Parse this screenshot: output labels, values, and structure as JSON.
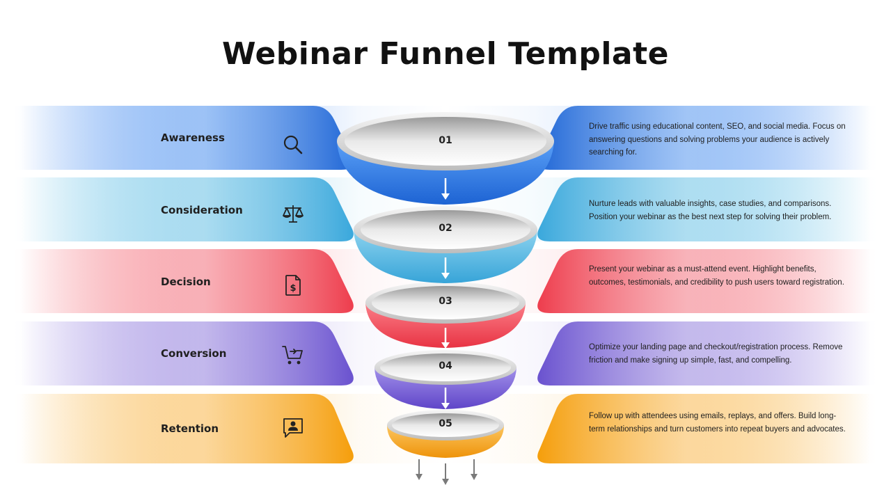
{
  "title": "Webinar Funnel Template",
  "stages": [
    {
      "number": "01",
      "label": "Awareness",
      "icon": "search-icon",
      "color": "#2f7ef0",
      "description": "Drive traffic using educational content, SEO, and social media. Focus on answering questions and solving problems your audience is actively searching for."
    },
    {
      "number": "02",
      "label": "Consideration",
      "icon": "scale-icon",
      "color": "#4fb8e3",
      "description": "Nurture leads with valuable insights, case studies, and comparisons. Position your webinar as the best next step for solving their problem."
    },
    {
      "number": "03",
      "label": "Decision",
      "icon": "dollar-document-icon",
      "color": "#f2505e",
      "description": "Present your webinar as a must-attend event. Highlight benefits, outcomes, testimonials, and credibility to push users toward registration."
    },
    {
      "number": "04",
      "label": "Conversion",
      "icon": "cart-icon",
      "color": "#7b63d9",
      "description": "Optimize your landing page and checkout/registration process. Remove friction and make signing up simple, fast, and compelling."
    },
    {
      "number": "05",
      "label": "Retention",
      "icon": "chat-user-icon",
      "color": "#f7a823",
      "description": "Follow up with attendees using emails, replays, and offers. Build long-term relationships and turn customers into repeat buyers and advocates."
    }
  ]
}
